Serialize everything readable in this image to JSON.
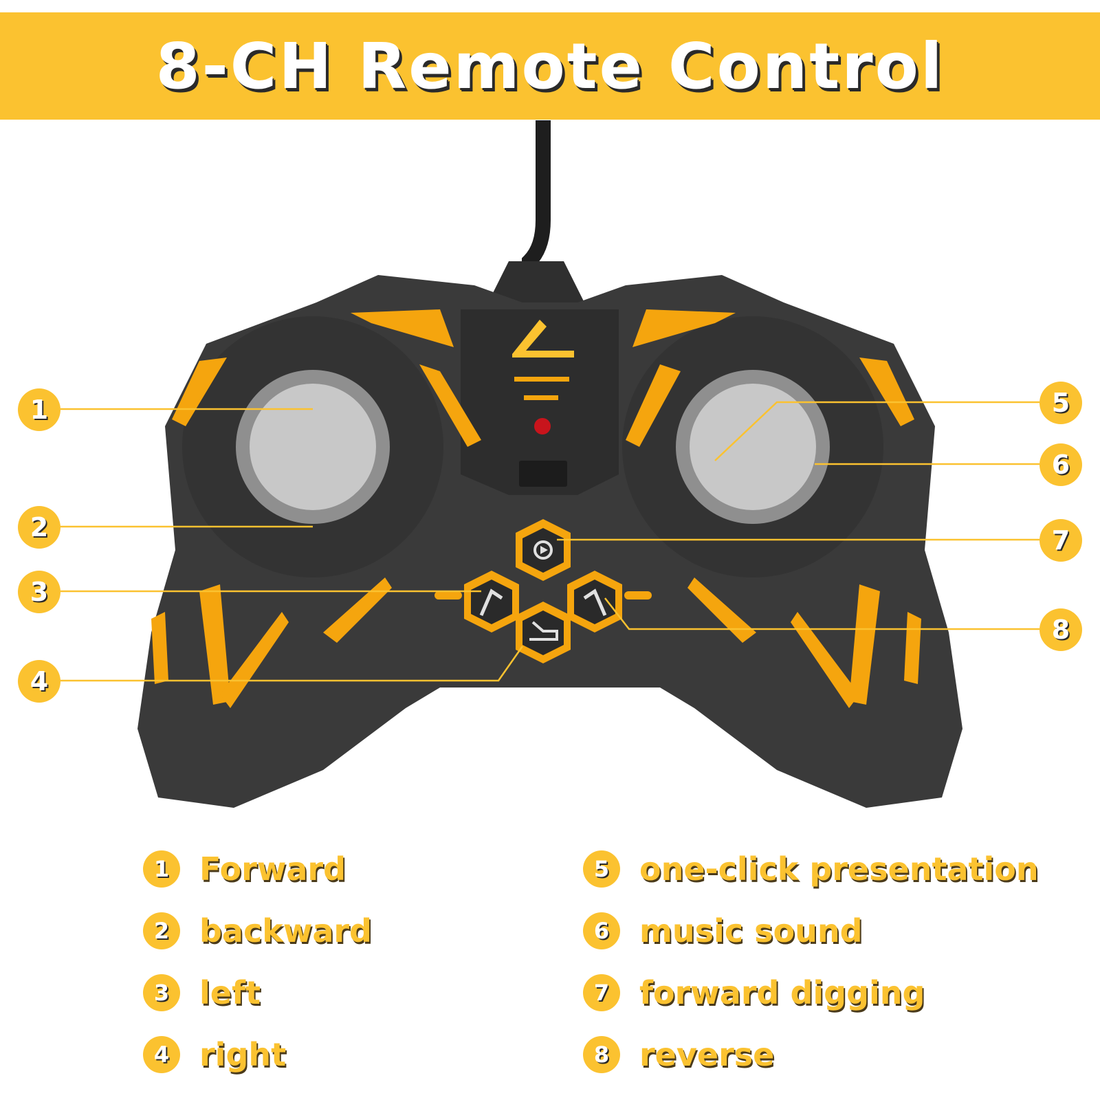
{
  "title": "8-CH Remote Control",
  "colors": {
    "accent": "#fbc230",
    "body": "#3b3b3b",
    "knob": "#c8c8c8"
  },
  "callouts": [
    {
      "num": "1"
    },
    {
      "num": "2"
    },
    {
      "num": "3"
    },
    {
      "num": "4"
    },
    {
      "num": "5"
    },
    {
      "num": "6"
    },
    {
      "num": "7"
    },
    {
      "num": "8"
    }
  ],
  "legend": [
    {
      "num": "1",
      "label": "Forward"
    },
    {
      "num": "2",
      "label": "backward"
    },
    {
      "num": "3",
      "label": "left"
    },
    {
      "num": "4",
      "label": "right"
    },
    {
      "num": "5",
      "label": "one-click presentation"
    },
    {
      "num": "6",
      "label": "music sound"
    },
    {
      "num": "7",
      "label": "forward digging"
    },
    {
      "num": "8",
      "label": "reverse"
    }
  ],
  "icons": [
    "gear-play-icon",
    "excavator-arm-left-icon",
    "excavator-arm-right-icon",
    "excavator-icon"
  ]
}
